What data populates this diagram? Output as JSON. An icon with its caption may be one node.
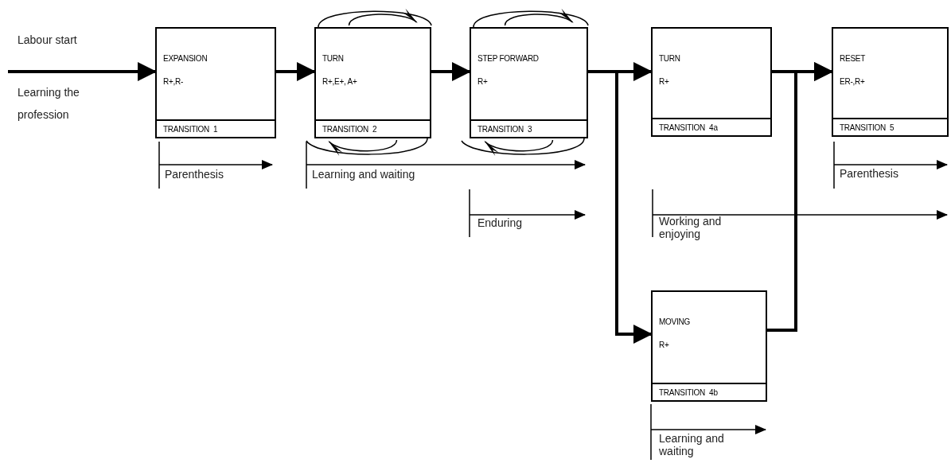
{
  "diagram": {
    "nodes": [
      {
        "text": [
          "EXPANSION",
          "R+,R-",
          "TRANSITION  1"
        ]
      },
      {
        "text": [
          "TURN",
          "R+,E+,  A+",
          "TRANSITION  2"
        ]
      },
      {
        "text": [
          "STEP FORWARD",
          "R+",
          "TRANSITION  3"
        ]
      },
      {
        "text": [
          "TURN",
          "R+",
          "TRANSITION  4a"
        ]
      },
      {
        "text": [
          "RESET",
          "ER-,R+",
          "TRANSITION  5"
        ]
      },
      {
        "text": [
          "MOVING",
          "R+",
          "TRANSITION  4b"
        ]
      }
    ],
    "edges": [
      {
        "from": null,
        "to": 0,
        "arrow": "to"
      },
      {
        "from": 0,
        "to": 1,
        "arrow": "to"
      },
      {
        "from": 1,
        "to": 2,
        "arrow": "to"
      },
      {
        "from": 2,
        "to": 3,
        "arrow": "to"
      },
      {
        "from": 2,
        "to": 5,
        "arrow": "to"
      },
      {
        "from": 3,
        "to": 4,
        "arrow": "to"
      },
      {
        "from": 5,
        "to": 4,
        "arrow": "to"
      }
    ],
    "labels": [
      "Labour start",
      "Learning the profession",
      "Parenthesis",
      "Learning and waiting",
      "Enduring",
      "Working and enjoying",
      "Parenthesis",
      "Learning and waiting"
    ]
  }
}
